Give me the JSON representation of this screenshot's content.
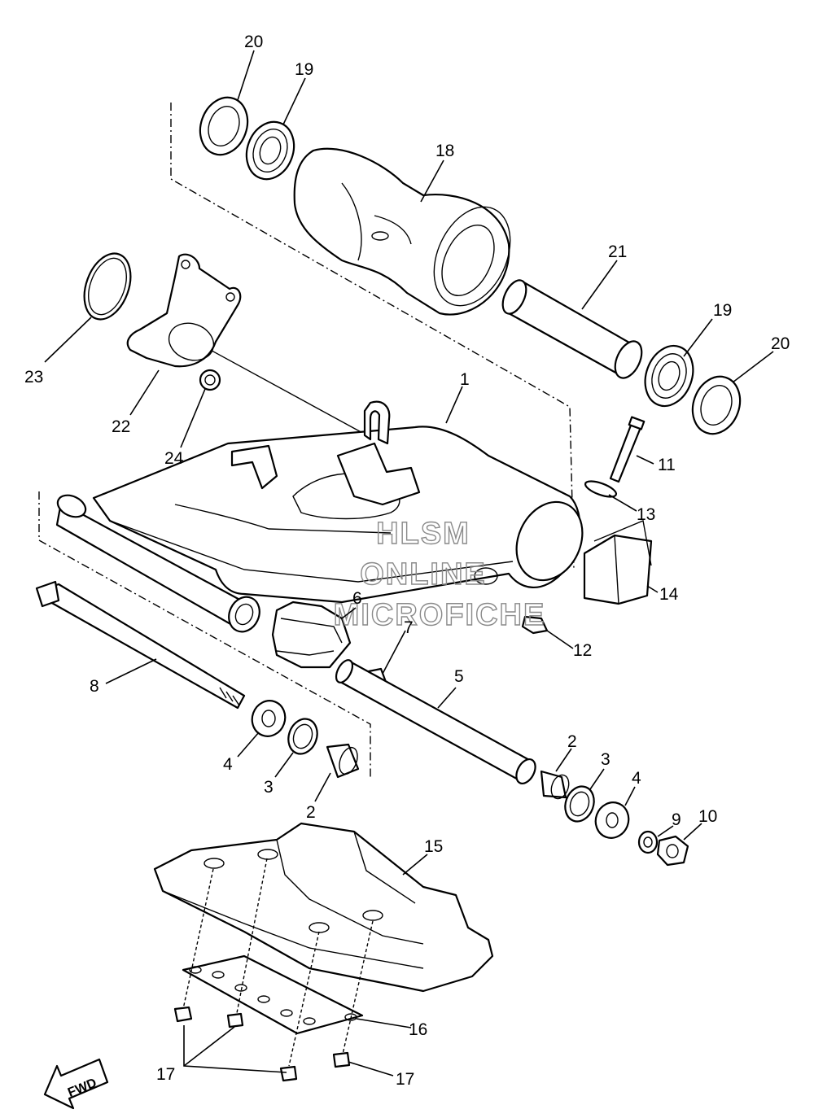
{
  "watermark": {
    "line1": "HLSM",
    "line2": "ONLINE",
    "line3": "MICROFICHE"
  },
  "fwd_label": "FWD",
  "callouts": {
    "n1": "1",
    "n2a": "2",
    "n2b": "2",
    "n3a": "3",
    "n3b": "3",
    "n4a": "4",
    "n4b": "4",
    "n5": "5",
    "n6": "6",
    "n7": "7",
    "n8": "8",
    "n9": "9",
    "n10": "10",
    "n11": "11",
    "n12": "12",
    "n13": "13",
    "n14": "14",
    "n15": "15",
    "n16": "16",
    "n17a": "17",
    "n17b": "17",
    "n18": "18",
    "n19a": "19",
    "n19b": "19",
    "n20a": "20",
    "n20b": "20",
    "n21": "21",
    "n22": "22",
    "n23": "23",
    "n24": "24"
  }
}
